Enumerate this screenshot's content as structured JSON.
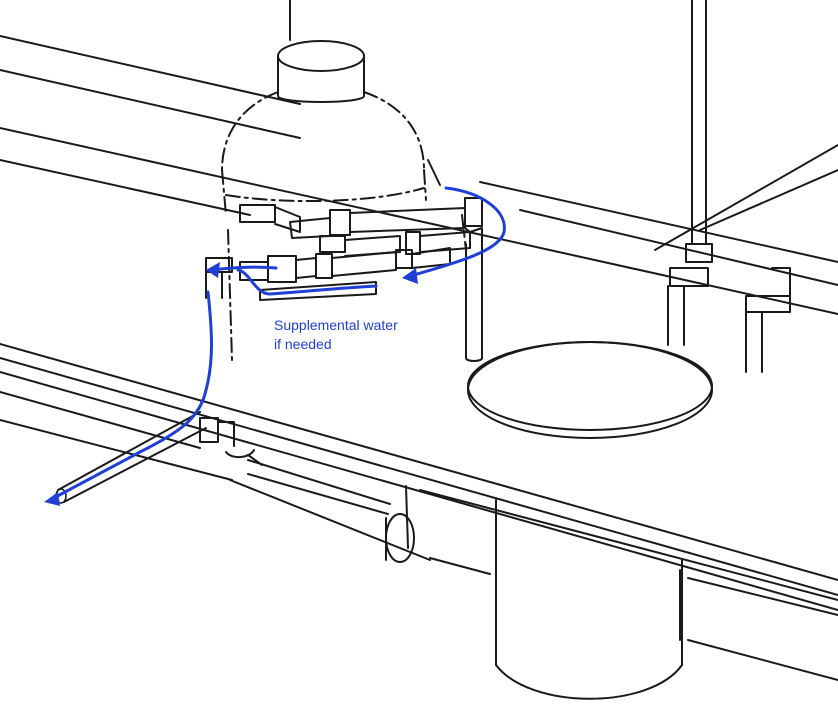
{
  "annotation": {
    "text": "Supplemental water\nif needed"
  },
  "colors": {
    "flow": "#1f3fd6",
    "ink": "#1a1a1a",
    "background": "#ffffff"
  },
  "arrow_heads": [
    {
      "name": "arrow-head-left-outlet",
      "kind": "flow-arrow"
    },
    {
      "name": "arrow-head-right-loop",
      "kind": "flow-arrow"
    },
    {
      "name": "arrow-head-drain-pipe",
      "kind": "flow-arrow"
    }
  ]
}
